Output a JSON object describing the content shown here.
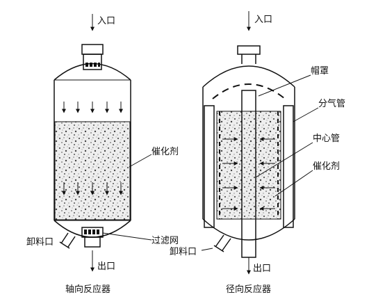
{
  "axial": {
    "inlet": "入口",
    "outlet": "出口",
    "catalyst": "催化剂",
    "filter": "过滤网",
    "discharge": "卸料口",
    "caption": "轴向反应器"
  },
  "radial": {
    "inlet": "入口",
    "outlet": "出口",
    "cap": "帽罩",
    "distributor": "分气管",
    "center_pipe": "中心管",
    "catalyst": "催化剂",
    "discharge": "卸料口",
    "caption": "径向反应器"
  }
}
